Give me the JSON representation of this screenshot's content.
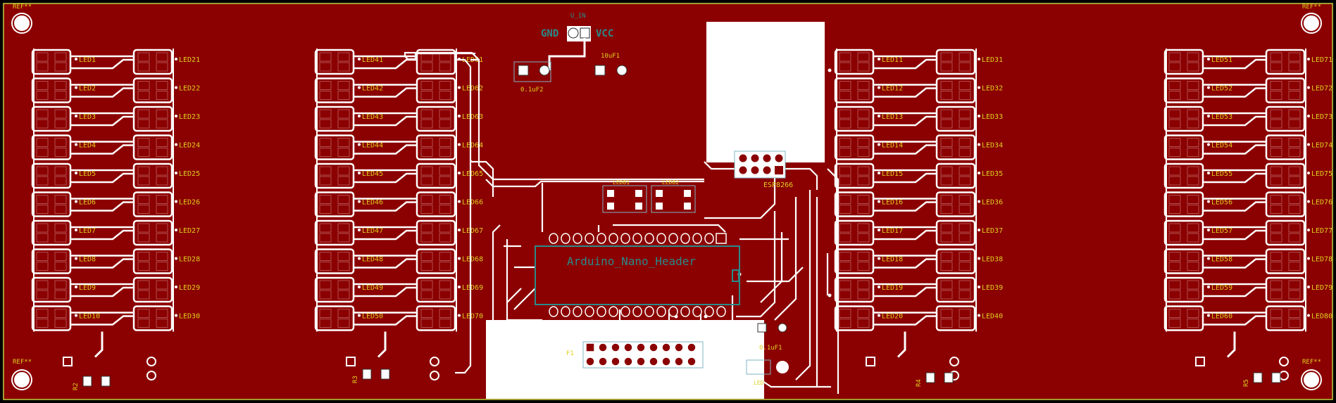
{
  "colors": {
    "background": "#000000",
    "copper": "#8B0000",
    "clearance": "#ffffff",
    "edge": "#d8d040",
    "silk": "#e0d020",
    "pad": "#ffffff",
    "component_outline": "#2a8a8a",
    "courtyard": "#7fb6c6"
  },
  "board": {
    "mounting_hole_ref": "REF**",
    "mounting_holes": [
      "REF**",
      "REF**",
      "REF**",
      "REF**"
    ]
  },
  "power": {
    "gnd_label": "GND",
    "vcc_label": "VCC",
    "connector_ref": "U_IN"
  },
  "capacitors": [
    {
      "ref": "0.1uF2"
    },
    {
      "ref": "10uF1"
    },
    {
      "ref": "0.1uF1"
    }
  ],
  "modules": {
    "arduino": "Arduino_Nano_Header",
    "esp": "ESP8266",
    "led_small": [
      "LED81",
      "LED82"
    ],
    "header_ref": "F1",
    "pad_ref": "LED"
  },
  "resistors": [
    "R2",
    "R3",
    "R4",
    "R5"
  ],
  "led_blocks": [
    {
      "name": "block-1",
      "left_labels": [
        "LED1",
        "LED2",
        "LED3",
        "LED4",
        "LED5",
        "LED6",
        "LED7",
        "LED8",
        "LED9",
        "LED10"
      ],
      "right_labels": [
        "LED21",
        "LED22",
        "LED23",
        "LED24",
        "LED25",
        "LED26",
        "LED27",
        "LED28",
        "LED29",
        "LED30"
      ]
    },
    {
      "name": "block-2",
      "left_labels": [
        "LED41",
        "LED42",
        "LED43",
        "LED44",
        "LED45",
        "LED46",
        "LED47",
        "LED48",
        "LED49",
        "LED50"
      ],
      "right_labels": [
        "LED61",
        "LED62",
        "LED63",
        "LED64",
        "LED65",
        "LED66",
        "LED67",
        "LED68",
        "LED69",
        "LED70"
      ]
    },
    {
      "name": "block-3",
      "left_labels": [
        "LED11",
        "LED12",
        "LED13",
        "LED14",
        "LED15",
        "LED16",
        "LED17",
        "LED18",
        "LED19",
        "LED20"
      ],
      "right_labels": [
        "LED31",
        "LED32",
        "LED33",
        "LED34",
        "LED35",
        "LED36",
        "LED37",
        "LED38",
        "LED39",
        "LED40"
      ]
    },
    {
      "name": "block-4",
      "left_labels": [
        "LED51",
        "LED52",
        "LED53",
        "LED54",
        "LED55",
        "LED56",
        "LED57",
        "LED58",
        "LED59",
        "LED60"
      ],
      "right_labels": [
        "LED71",
        "LED72",
        "LED73",
        "LED74",
        "LED75",
        "LED76",
        "LED77",
        "LED78",
        "LED79",
        "LED80"
      ]
    }
  ]
}
